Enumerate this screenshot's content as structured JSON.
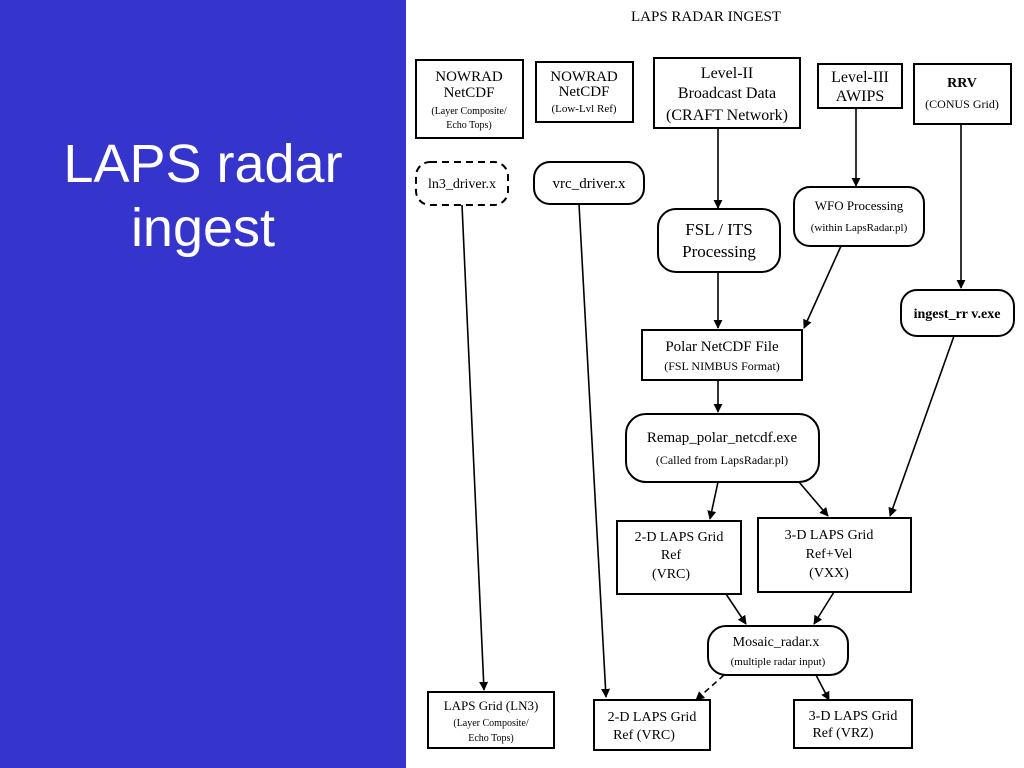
{
  "slide": {
    "title_line1": "LAPS radar",
    "title_line2": "ingest"
  },
  "diagram": {
    "title": "LAPS RADAR INGEST",
    "nodes": {
      "nowrad_lc": {
        "l1": "NOWRAD",
        "l2": "NetCDF",
        "l3": "(Layer  Composite/",
        "l4": "Echo Tops)"
      },
      "nowrad_ll": {
        "l1": "NOWRAD",
        "l2": "NetCDF",
        "l3": "(Low-Lvl Ref)"
      },
      "level2": {
        "l1": "Level-II",
        "l2": "Broadcast Data",
        "l3": "(CRAFT Network)"
      },
      "level3": {
        "l1": "Level-III",
        "l2": "AWIPS"
      },
      "rrv": {
        "l1": "RRV",
        "l2": "(CONUS  Grid)"
      },
      "ln3_driver": {
        "l1": "ln3_driver.x"
      },
      "vrc_driver": {
        "l1": "vrc_driver.x"
      },
      "fsl_its": {
        "l1": "FSL / ITS",
        "l2": "Processing"
      },
      "wfo": {
        "l1": "WFO Processing",
        "l2": "(within  LapsRadar.pl)"
      },
      "ingest_rrv": {
        "l1": "ingest_rr v.exe"
      },
      "polar": {
        "l1": "Polar NetCDF File",
        "l2": "(FSL NIMBUS Format)"
      },
      "remap": {
        "l1": "Remap_polar_netcdf.exe",
        "l2": "(Called from  LapsRadar.pl)"
      },
      "grid2d_ref": {
        "l1": "2-D  LAPS  Grid",
        "l2": "Ref",
        "l3": "(VRC)"
      },
      "grid3d": {
        "l1": "3-D  LAPS  Grid",
        "l2": "Ref+Vel",
        "l3": "(VXX)"
      },
      "mosaic": {
        "l1": "Mosaic_radar.x",
        "l2": "(multiple radar input)"
      },
      "laps_ln3": {
        "l1": "LAPS  Grid  (LN3)",
        "l2": "(Layer  Composite/",
        "l3": "Echo Tops)"
      },
      "out2d": {
        "l1": "2-D LAPS Grid",
        "l2": "Ref (VRC)"
      },
      "out3d": {
        "l1": "3-D LAPS Grid",
        "l2": "Ref (VRZ)"
      }
    }
  }
}
